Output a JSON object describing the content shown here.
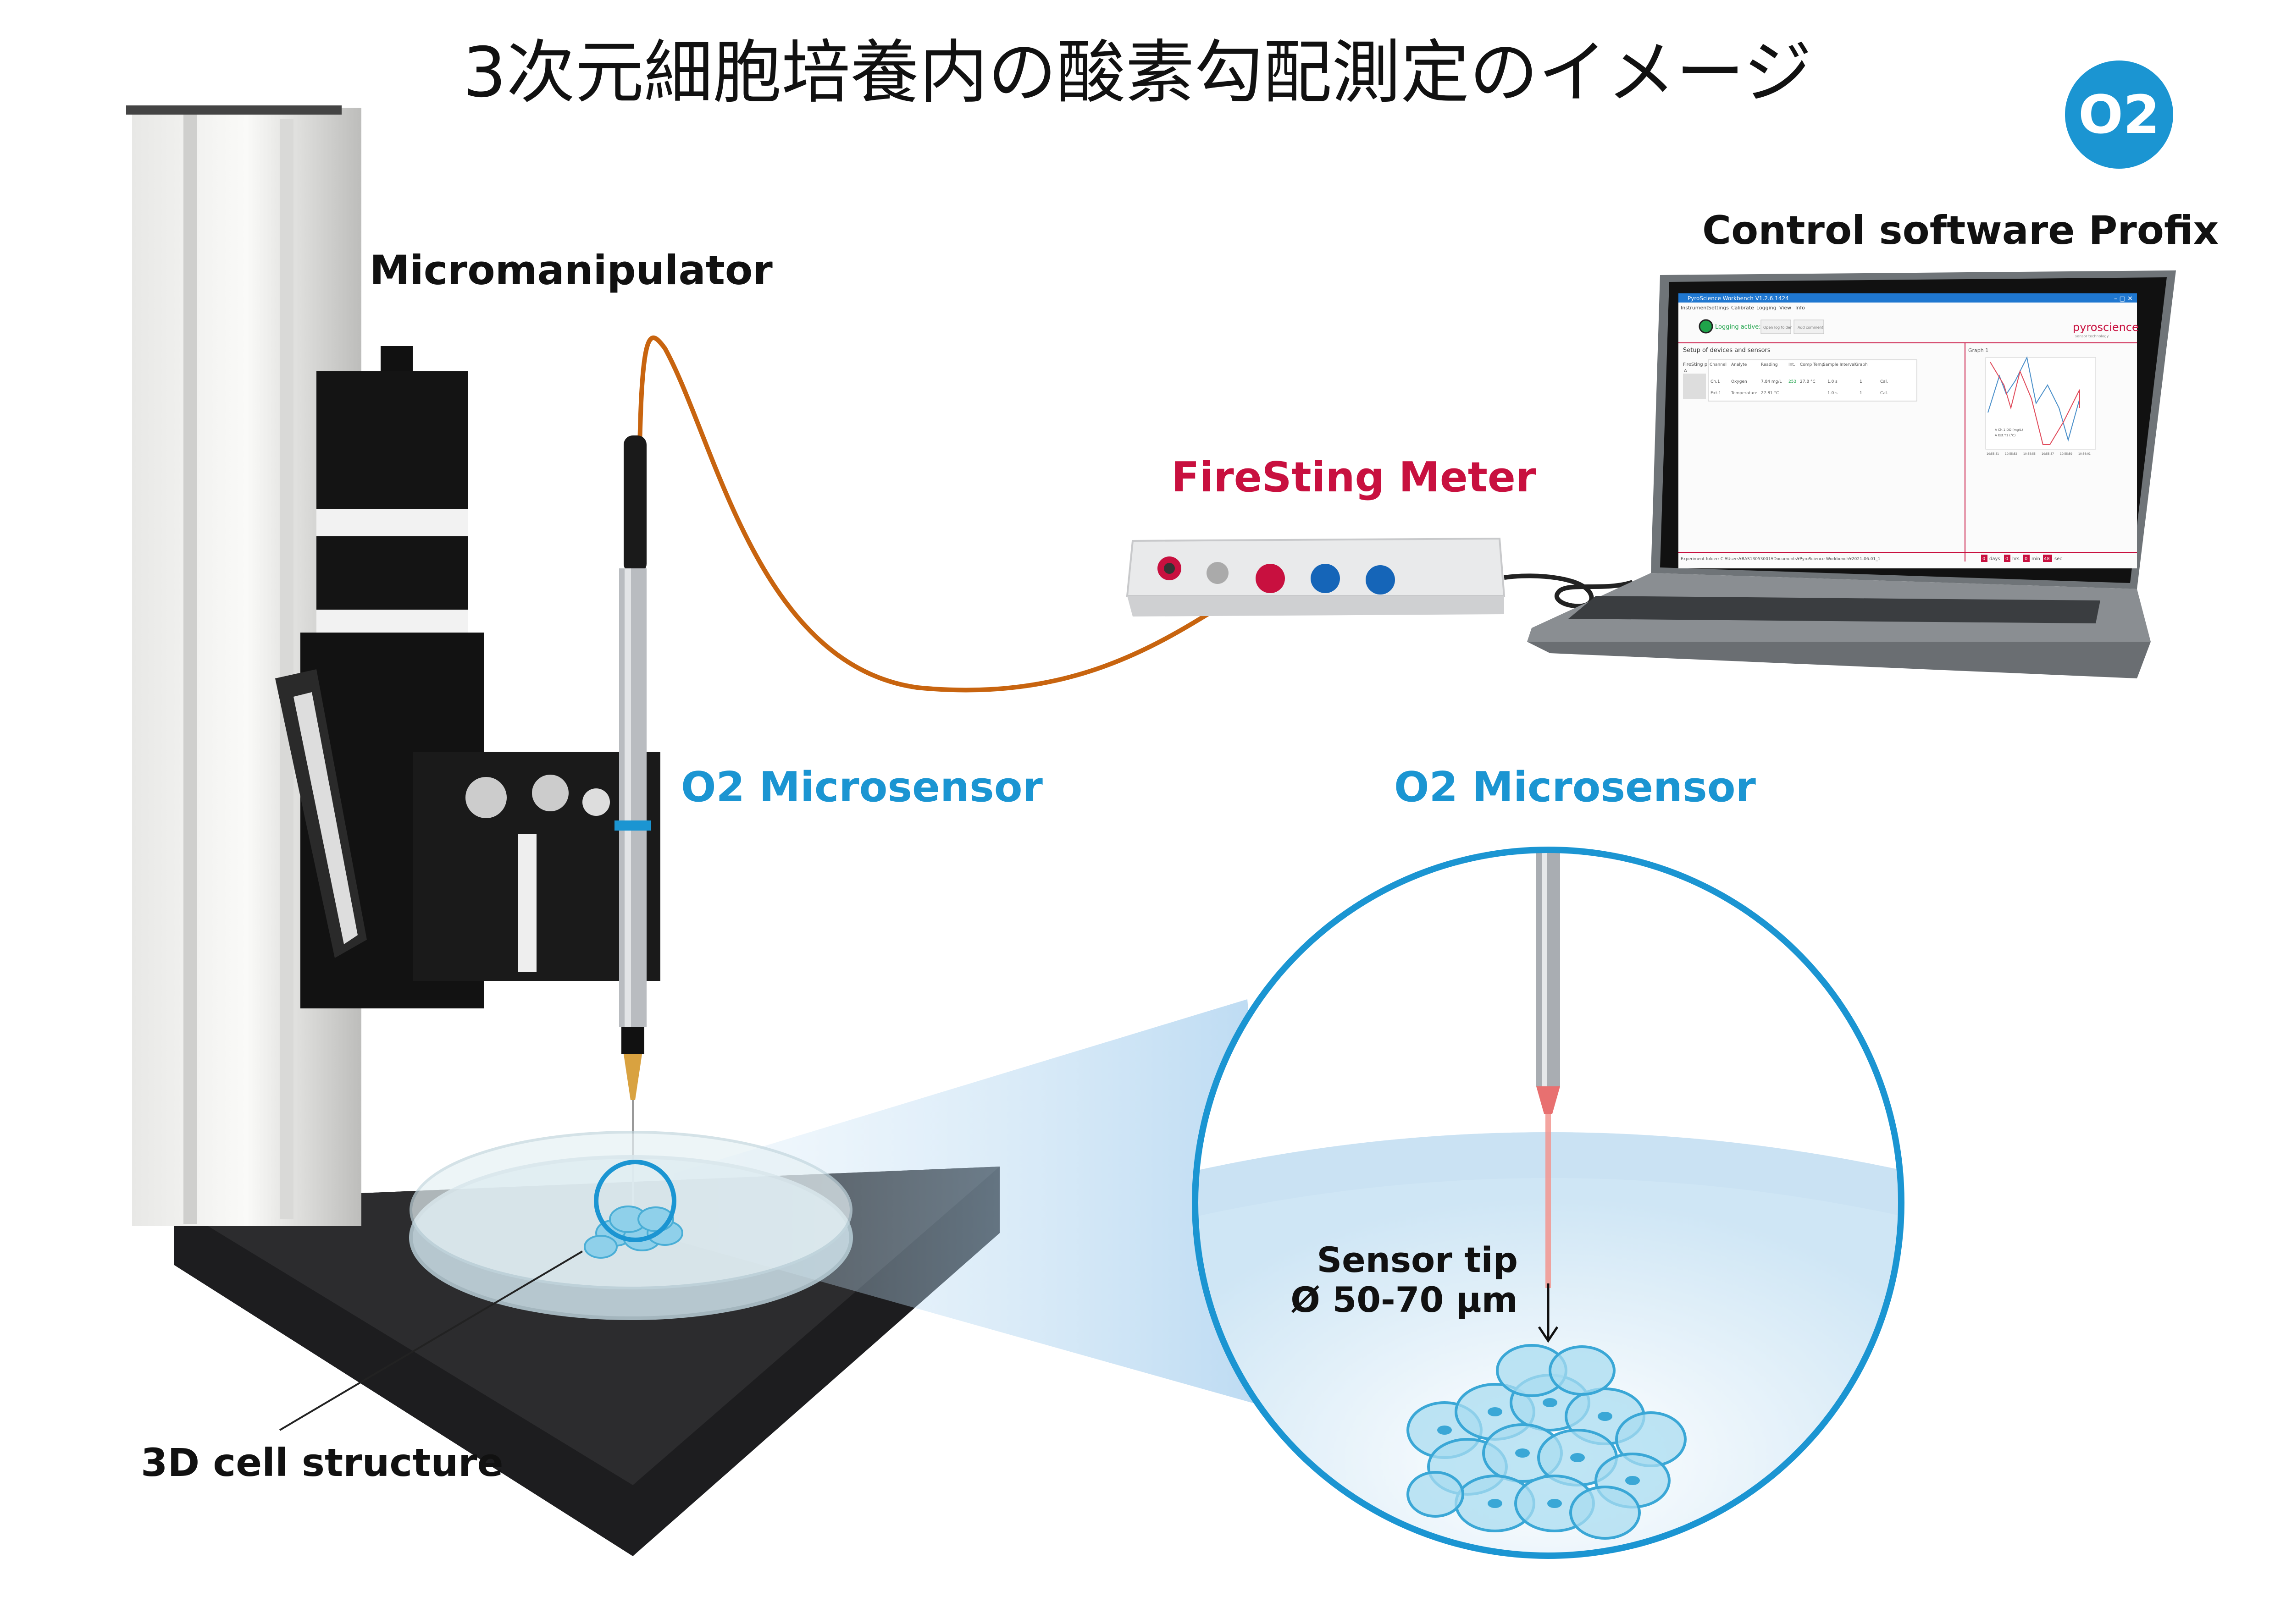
{
  "title": "3次元細胞培養内の酸素勾配測定のイメージ",
  "badge": "O2",
  "labels": {
    "micromanipulator": "Micromanipulator",
    "control_software": "Control software Profix",
    "firesting_meter": "FireSting Meter",
    "o2_microsensor_left": "O2 Microsensor",
    "o2_microsensor_right": "O2 Microsensor",
    "sensor_tip": "Sensor tip",
    "sensor_tip_size": "Ø 50-70 µm",
    "cell_structure": "3D cell structure"
  },
  "software": {
    "window_title": "PyroScience Workbench V1.2.6.1424",
    "menu": [
      "Instrument",
      "Settings",
      "Calibrate",
      "Logging",
      "View",
      "Info"
    ],
    "logging_status": "Logging active:",
    "open_log_folder": "Open log folder",
    "add_comment": "Add comment",
    "brand": "pyroscience",
    "brand_sub": "sensor technology",
    "setup_title": "Setup of devices and sensors",
    "device_name": "FireSting pro",
    "device_slot": "A",
    "graph_title": "Graph 1",
    "table_headers": [
      "Channel",
      "Analyte",
      "Reading",
      "Int.",
      "Comp Temp",
      "Sample Interval",
      "Graph"
    ],
    "rows": [
      {
        "channel": "Ch.1",
        "analyte": "Oxygen",
        "reading": "7.84 mg/L",
        "int": "253",
        "comp": "27.8 °C",
        "interval": "1.0 s",
        "graph": "1",
        "cal": "Cal."
      },
      {
        "channel": "Ext.1",
        "analyte": "Temperature",
        "reading": "27.81 °C",
        "int": "",
        "comp": "",
        "interval": "1.0 s",
        "graph": "1",
        "cal": "Cal."
      }
    ],
    "legend": [
      "A Ch.1 DO (mg/L)",
      "A Ext.T1 (°C)"
    ],
    "x_ticks": [
      "10:55:51",
      "10:55:52",
      "10:55:55",
      "10:55:57",
      "10:55:59",
      "10:56:01"
    ],
    "folder_label": "Experiment folder: C:¥Users¥BAS13053001¥Documents¥PyroScience Workbench¥2021-06-01_1",
    "timer": {
      "days": "0",
      "days_unit": "days",
      "hrs": "0",
      "hrs_unit": "hrs",
      "min": "0",
      "min_unit": "min",
      "sec": "48",
      "sec_unit": "sec"
    }
  },
  "colors": {
    "accent_blue": "#1b95d2",
    "meter_red": "#c8103f",
    "cable": "#c8640f"
  }
}
